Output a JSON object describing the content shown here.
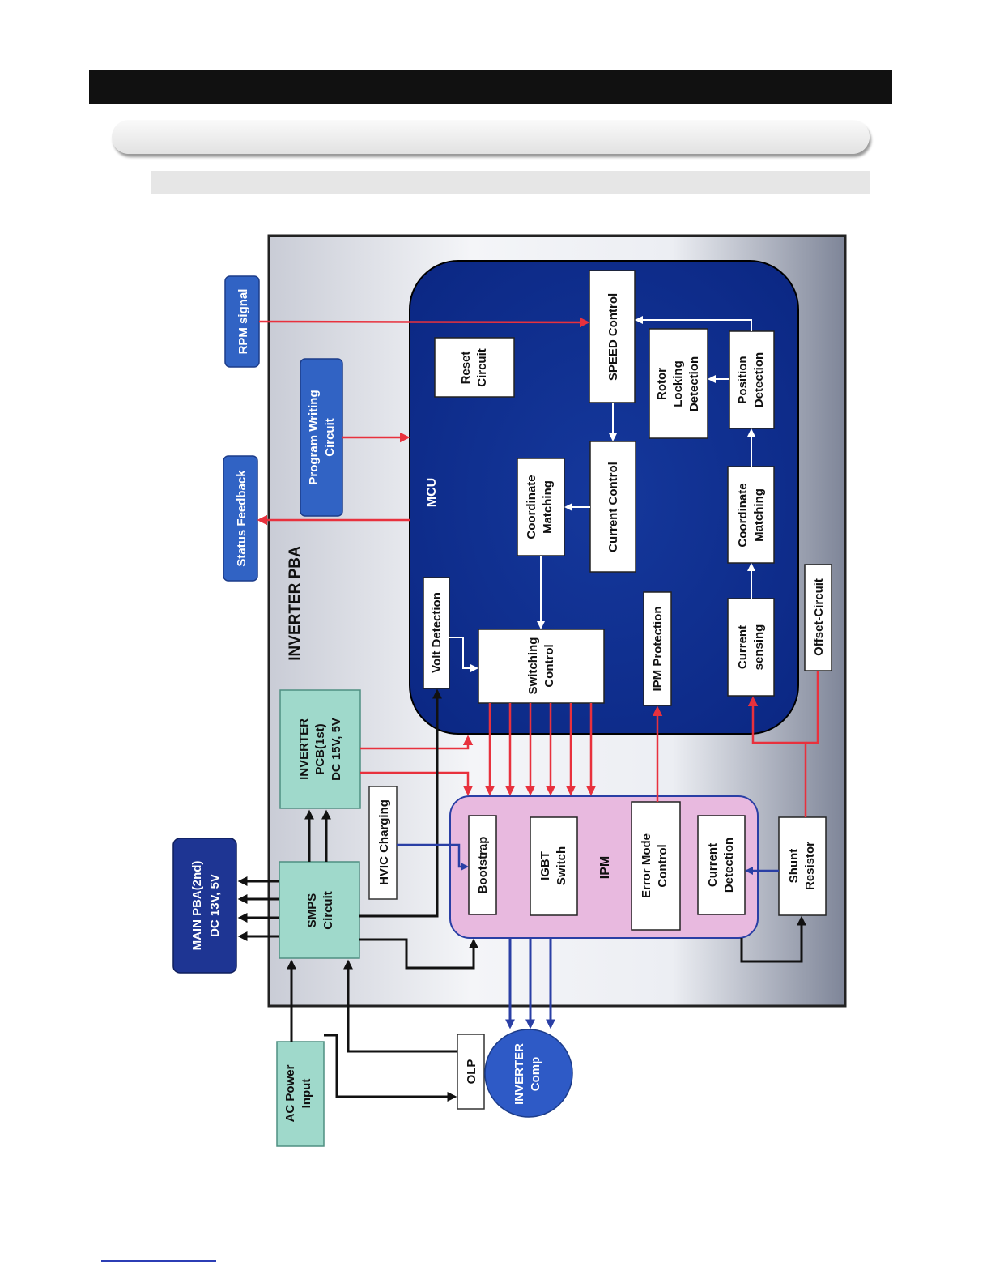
{
  "blocks": {
    "inverter_pba": "INVERTER PBA",
    "mcu": "MCU",
    "ipm": "IPM",
    "rpm_signal": "RPM signal",
    "status_feedback": "Status Feedback",
    "program_writing_circuit": [
      "Program  Writing",
      "Circuit"
    ],
    "main_pba": [
      "MAIN PBA(2nd)",
      "DC 13V, 5V"
    ],
    "smps_circuit": [
      "SMPS",
      "Circuit"
    ],
    "inverter_pcb": [
      "INVERTER",
      "PCB(1st)",
      "DC 15V, 5V"
    ],
    "hvic_charging": "HVIC Charging",
    "ac_power_input": [
      "AC Power",
      "Input"
    ],
    "olp": "OLP",
    "inverter_comp": [
      "INVERTER",
      "Comp"
    ],
    "reset_circuit": [
      "Reset",
      "Circuit"
    ],
    "speed_control": "SPEED Control",
    "rotor_locking_detection": [
      "Rotor",
      "Locking",
      "Detection"
    ],
    "position_detection": [
      "Position",
      "Detection"
    ],
    "coordinate_matching_top": [
      "Coordinate",
      "Matching"
    ],
    "current_control": "Current Control",
    "coordinate_matching_bottom": [
      "Coordinate",
      "Matching"
    ],
    "volt_detection": "Volt Detection",
    "switching_control": [
      "Switching",
      "Control"
    ],
    "ipm_protection": "IPM Protection",
    "current_sensing": [
      "Current",
      "sensing"
    ],
    "offset_circuit": "Offset-Circuit",
    "bootstrap": "Bootstrap",
    "igbt_switch": [
      "IGBT",
      "Switch"
    ],
    "error_mode_control": [
      "Error Mode",
      "Control"
    ],
    "current_detection": [
      "Current",
      "Detection"
    ],
    "shunt_resistor": [
      "Shunt",
      "Resistor"
    ]
  },
  "colors": {
    "signal_red": "#e8313d",
    "power_black": "#111111",
    "ipm_blue": "#2a3fa5",
    "mcu_navy": "#0b2a8c",
    "ipm_pink": "#e8b9df",
    "smps_teal": "#9fd9cb",
    "label_blue": "#3163c4"
  }
}
